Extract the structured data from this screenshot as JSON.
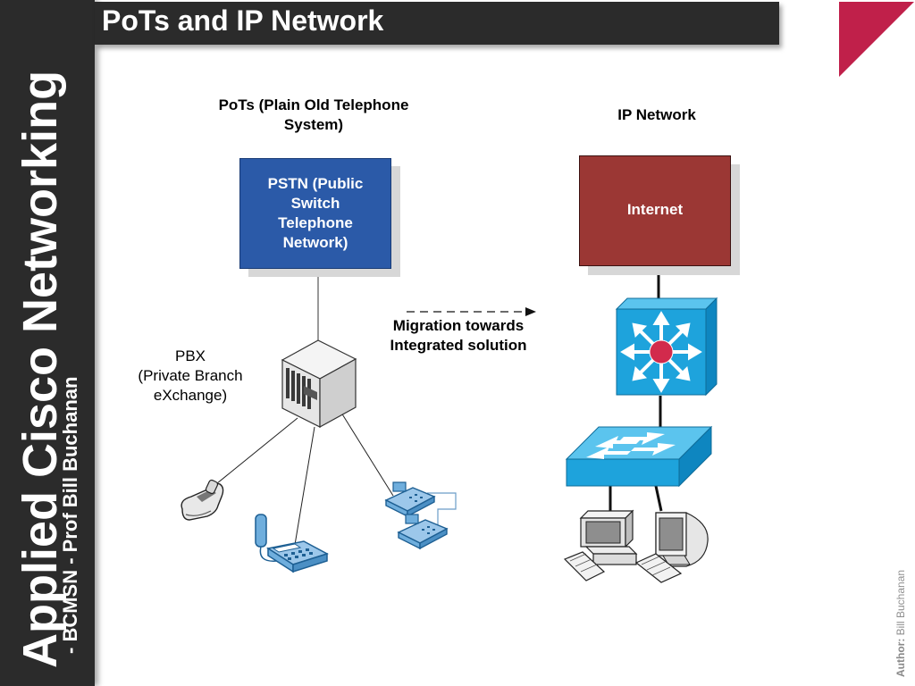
{
  "sidebar": {
    "title": "Applied Cisco Networking",
    "subtitle": "- BCMSN - Prof Bill Buchanan"
  },
  "header": {
    "title": "PoTs and IP Network"
  },
  "pots": {
    "heading_line1": "PoTs (Plain Old Telephone",
    "heading_line2": "System)",
    "pstn_line1": "PSTN (Public",
    "pstn_line2": "Switch",
    "pstn_line3": "Telephone",
    "pstn_line4": "Network)",
    "pbx_line1": "PBX",
    "pbx_line2": "(Private Branch",
    "pbx_line3": "eXchange)"
  },
  "ip": {
    "heading": "IP Network",
    "internet_label": "Internet"
  },
  "migration": {
    "line1": "Migration towards",
    "line2": "Integrated solution"
  },
  "footer": {
    "author_label": "Author:",
    "author_name": "Bill Buchanan"
  },
  "colors": {
    "band": "#2b2b2b",
    "accent": "#c0204a",
    "pstn": "#2b5aa8",
    "internet": "#9b3734",
    "cisco_blue": "#1ea3dc"
  },
  "icons": [
    "pbx-icon",
    "cordless-phone-icon",
    "desk-phone-icon",
    "ip-phone-icon",
    "layer3-switch-icon",
    "switch-icon",
    "pc-icon",
    "workstation-icon"
  ]
}
